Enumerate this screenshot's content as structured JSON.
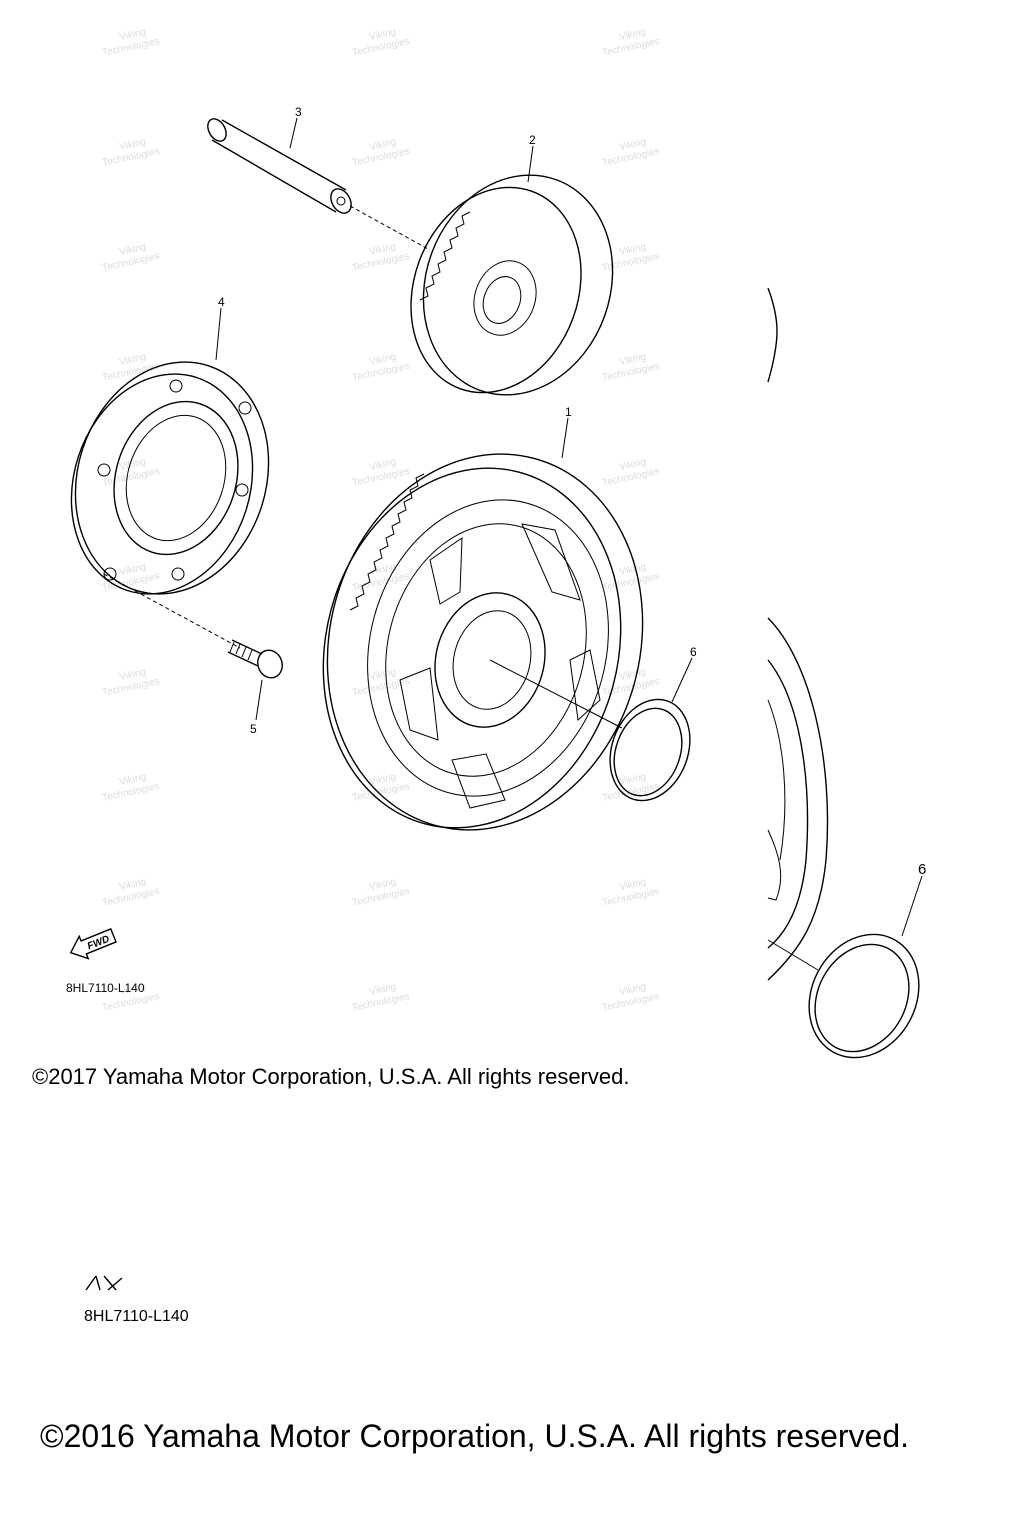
{
  "top_figure": {
    "drawing_code": "8HL7110-L140",
    "fwd_label": "FWD",
    "copyright": "©2017 Yamaha Motor Corporation, U.S.A. All rights reserved.",
    "callouts": [
      "1",
      "2",
      "3",
      "4",
      "5",
      "6"
    ]
  },
  "bottom_figure": {
    "drawing_code": "8HL7110-L140",
    "copyright": "©2016 Yamaha Motor Corporation, U.S.A. All rights reserved.",
    "callouts": [
      "6"
    ]
  },
  "watermark": {
    "line1": "Viking",
    "line2": "Technologies"
  }
}
